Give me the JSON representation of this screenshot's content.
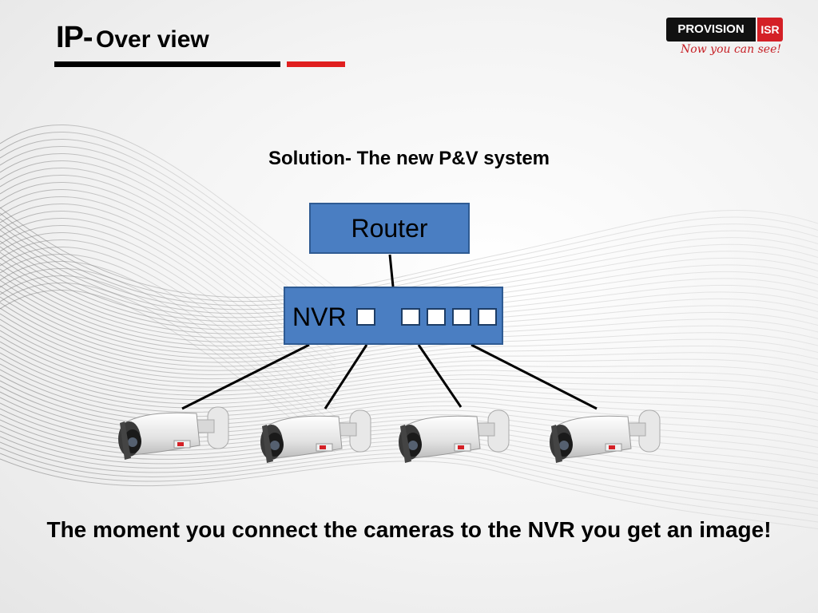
{
  "slide": {
    "title_prefix": "IP-",
    "title_main": "Over view",
    "subtitle": "Solution- The new P&V system",
    "caption": "The moment you connect the cameras to the NVR you get an image!",
    "accent_colors": {
      "black_bar": "#000000",
      "red_bar": "#e01f1f",
      "box_fill": "#4a7ec2"
    }
  },
  "logo": {
    "brand": "PROVISION",
    "brand_suffix": "ISR",
    "tagline": "Now you can see!"
  },
  "diagram": {
    "nodes": [
      {
        "id": "router",
        "label": "Router"
      },
      {
        "id": "nvr",
        "label": "NVR",
        "ports": 5
      },
      {
        "id": "camera-1",
        "icon": "bullet-camera-icon"
      },
      {
        "id": "camera-2",
        "icon": "bullet-camera-icon"
      },
      {
        "id": "camera-3",
        "icon": "bullet-camera-icon"
      },
      {
        "id": "camera-4",
        "icon": "bullet-camera-icon"
      }
    ],
    "edges": [
      {
        "from": "router",
        "to": "nvr"
      },
      {
        "from": "nvr",
        "to": "camera-1"
      },
      {
        "from": "nvr",
        "to": "camera-2"
      },
      {
        "from": "nvr",
        "to": "camera-3"
      },
      {
        "from": "nvr",
        "to": "camera-4"
      }
    ]
  }
}
